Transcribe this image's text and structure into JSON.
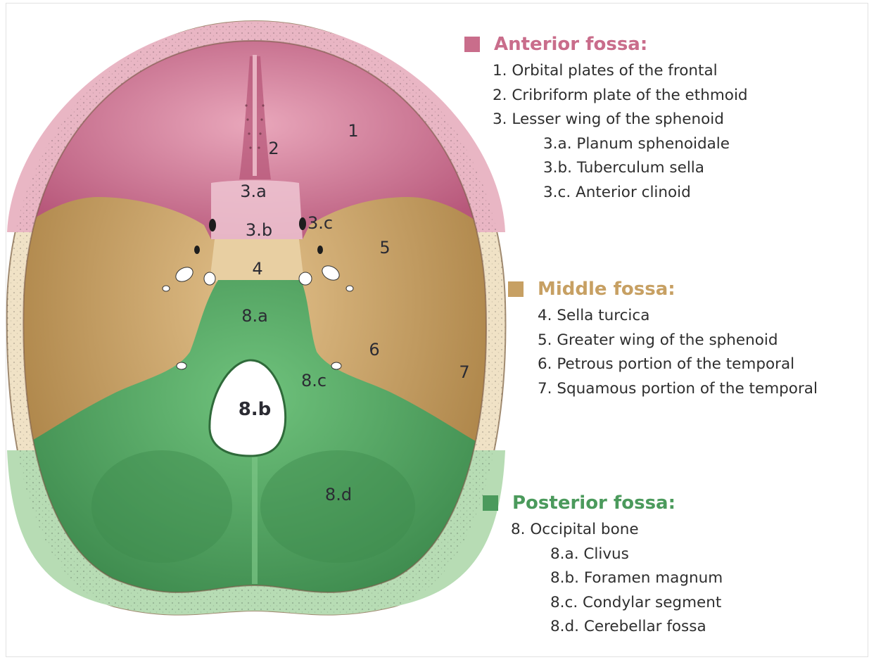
{
  "colors": {
    "anterior": "#c96d8b",
    "middle": "#c7a063",
    "posterior": "#4b9a5c",
    "bone_rim": "#e9b6c4"
  },
  "labels": {
    "l1": "1",
    "l2": "2",
    "l3a": "3.a",
    "l3b": "3.b",
    "l3c": "3.c",
    "l4": "4",
    "l5": "5",
    "l6": "6",
    "l7": "7",
    "l8a": "8.a",
    "l8b": "8.b",
    "l8c": "8.c",
    "l8d": "8.d"
  },
  "legend": {
    "anterior": {
      "title": "Anterior fossa:",
      "items": [
        "1. Orbital plates of the frontal",
        "2. Cribriform plate of the ethmoid",
        "3. Lesser wing of the sphenoid",
        "3.a. Planum sphenoidale",
        "3.b. Tuberculum sella",
        "3.c. Anterior clinoid"
      ]
    },
    "middle": {
      "title": "Middle fossa:",
      "items": [
        "4. Sella turcica",
        "5. Greater wing of the sphenoid",
        "6. Petrous portion of the temporal",
        "7. Squamous portion of the temporal"
      ]
    },
    "posterior": {
      "title": "Posterior fossa:",
      "items": [
        "8. Occipital bone",
        "8.a. Clivus",
        "8.b. Foramen magnum",
        "8.c. Condylar segment",
        "8.d. Cerebellar fossa"
      ]
    }
  }
}
